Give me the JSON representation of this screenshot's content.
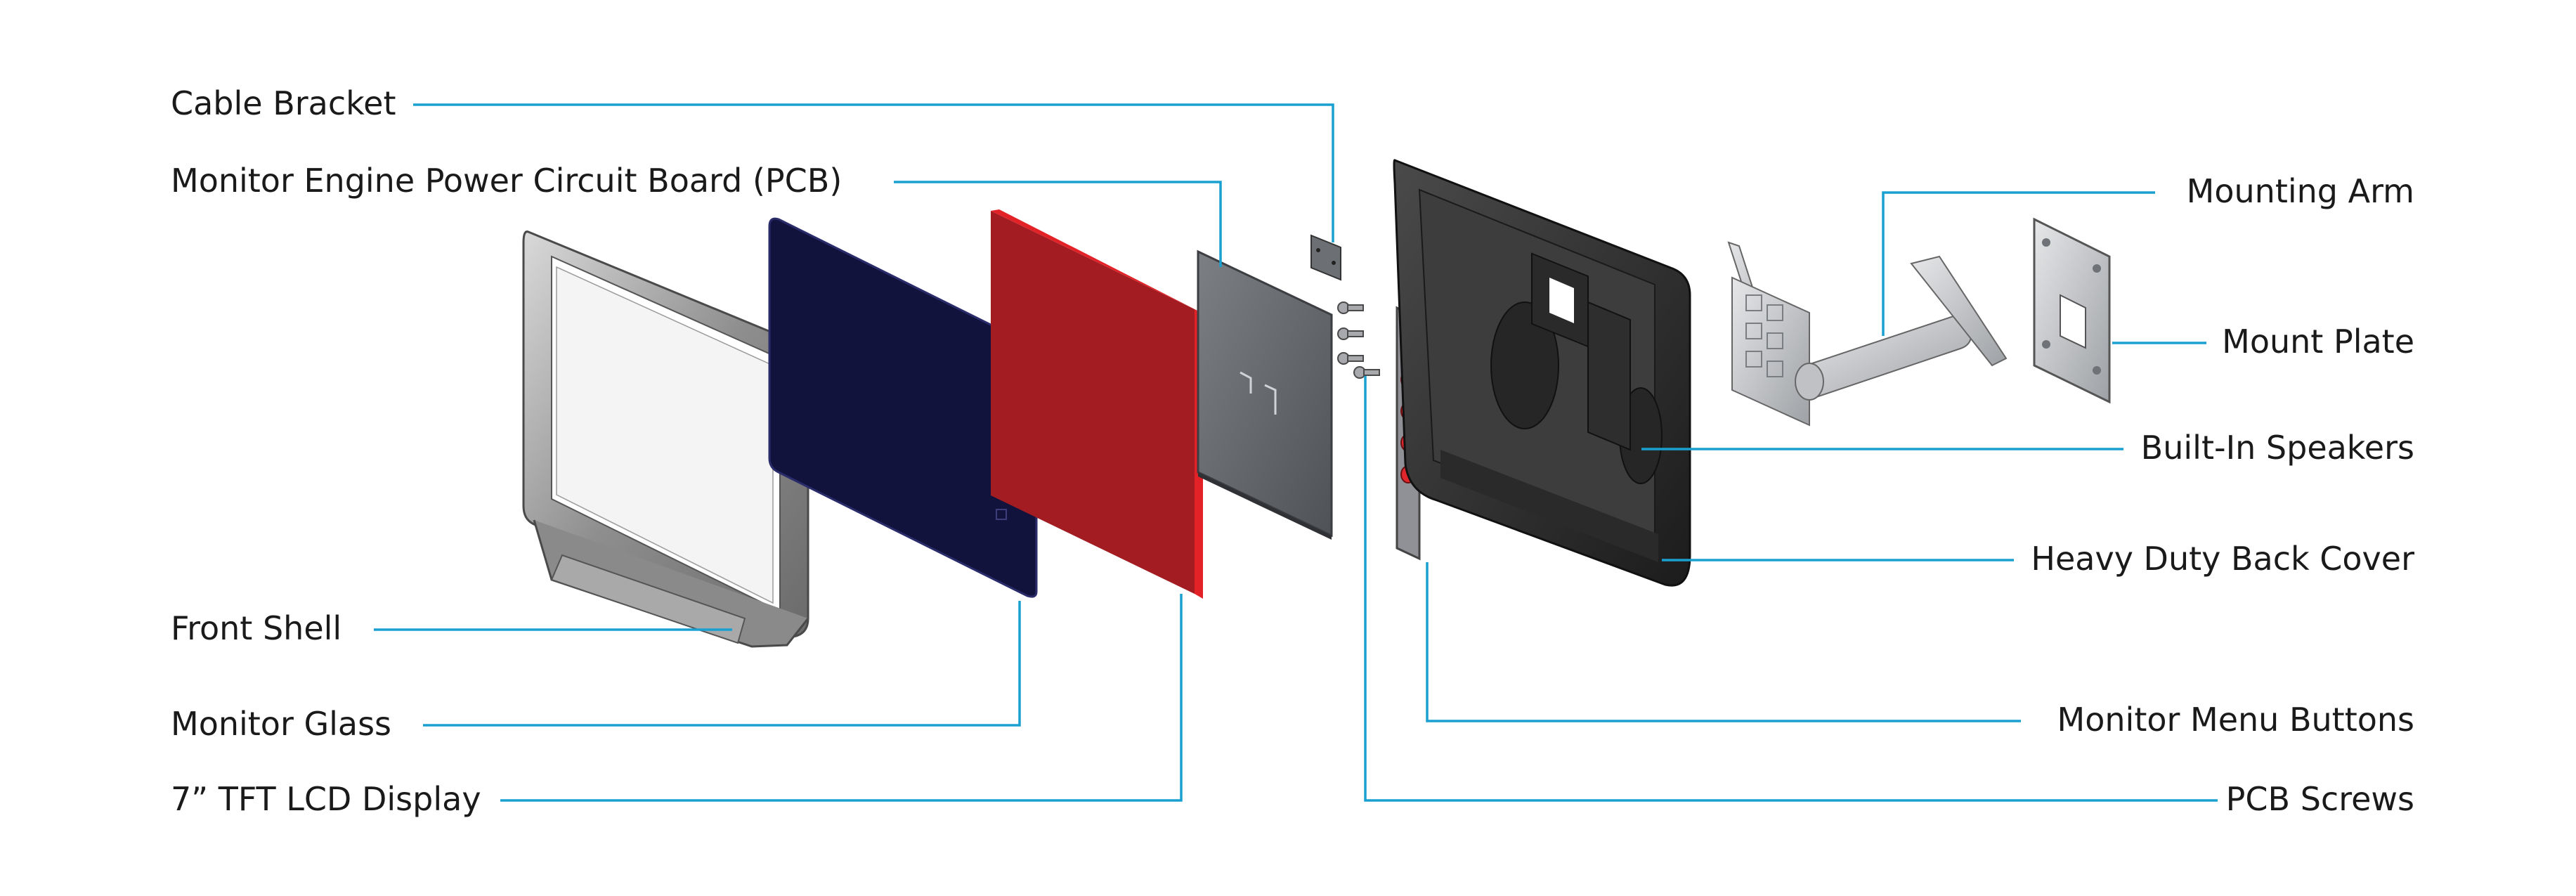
{
  "labels": {
    "cable_bracket": "Cable Bracket",
    "pcb": "Monitor Engine Power Circuit Board (PCB)",
    "front_shell": "Front Shell",
    "monitor_glass": "Monitor Glass",
    "tft_display": "7” TFT LCD Display",
    "mounting_arm": "Mounting Arm",
    "mount_plate": "Mount Plate",
    "speakers": "Built-In Speakers",
    "back_cover": "Heavy Duty Back Cover",
    "menu_buttons": "Monitor Menu Buttons",
    "pcb_screws": "PCB Screws"
  },
  "colors": {
    "leader": "#1aa0d0",
    "glass": "#12133d",
    "lcd": "#a21c21",
    "lcd_edge": "#e32228",
    "shell": "#9a9a9a",
    "back_cover": "#2b2b2b",
    "pcb_board": "#5e6064",
    "mount_metal": "#c5c7ca",
    "button_red": "#e0262c"
  }
}
